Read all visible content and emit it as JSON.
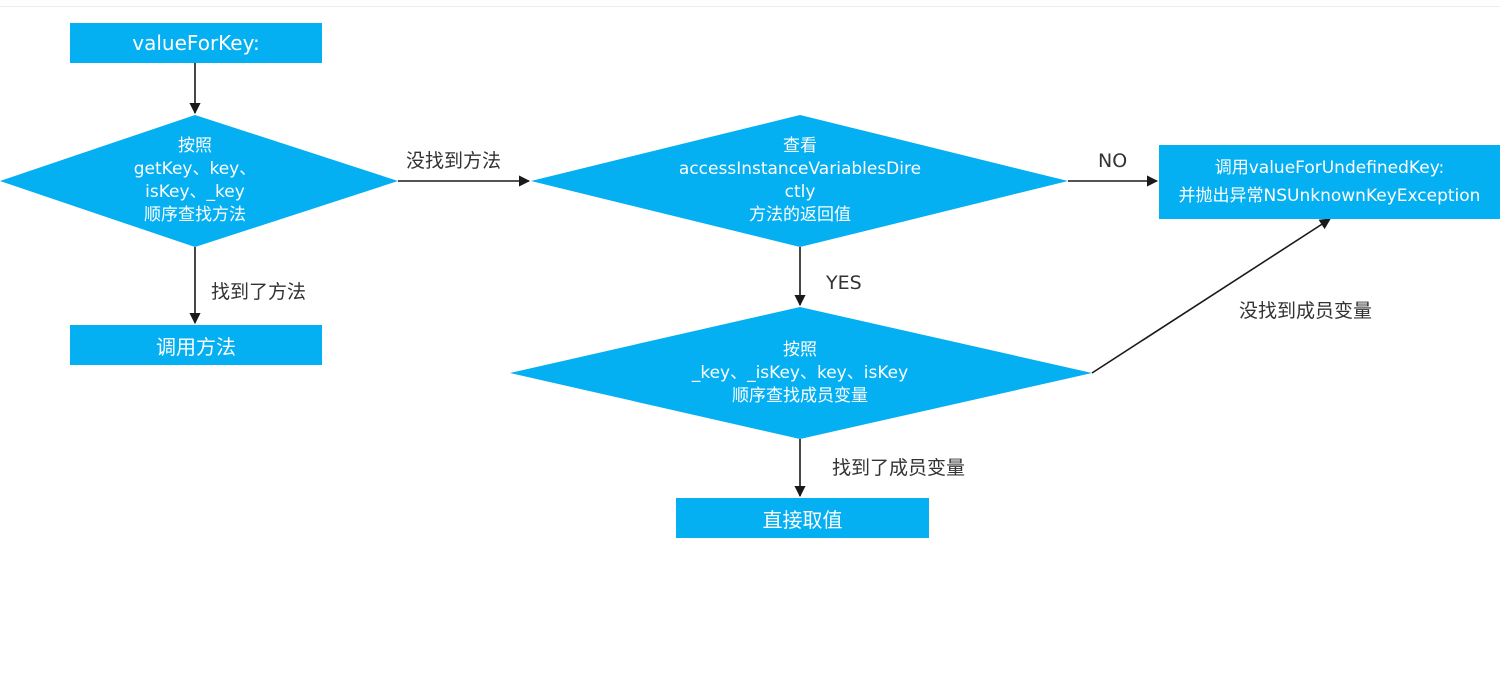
{
  "colors": {
    "node_fill": "#04aff2",
    "node_text": "#ffffff",
    "edge_line": "#1a1a1a",
    "edge_label": "#333333"
  },
  "nodes": {
    "start": {
      "text": "valueForKey:"
    },
    "method_search": {
      "lines": [
        "按照",
        "getKey、key、",
        "isKey、_key",
        "顺序查找方法"
      ]
    },
    "call_method": {
      "text": "调用方法"
    },
    "access_check": {
      "lines": [
        "查看",
        "accessInstanceVariablesDire",
        "ctly",
        "方法的返回值"
      ]
    },
    "undefined_key": {
      "lines": [
        "调用valueForUndefinedKey:",
        "并抛出异常NSUnknownKeyException"
      ]
    },
    "ivar_search": {
      "lines": [
        "按照",
        "_key、_isKey、key、isKey",
        "顺序查找成员变量"
      ]
    },
    "direct_value": {
      "text": "直接取值"
    }
  },
  "edges": {
    "method_not_found": "没找到方法",
    "method_found": "找到了方法",
    "access_no": "NO",
    "access_yes": "YES",
    "ivar_found": "找到了成员变量",
    "ivar_not_found": "没找到成员变量"
  }
}
